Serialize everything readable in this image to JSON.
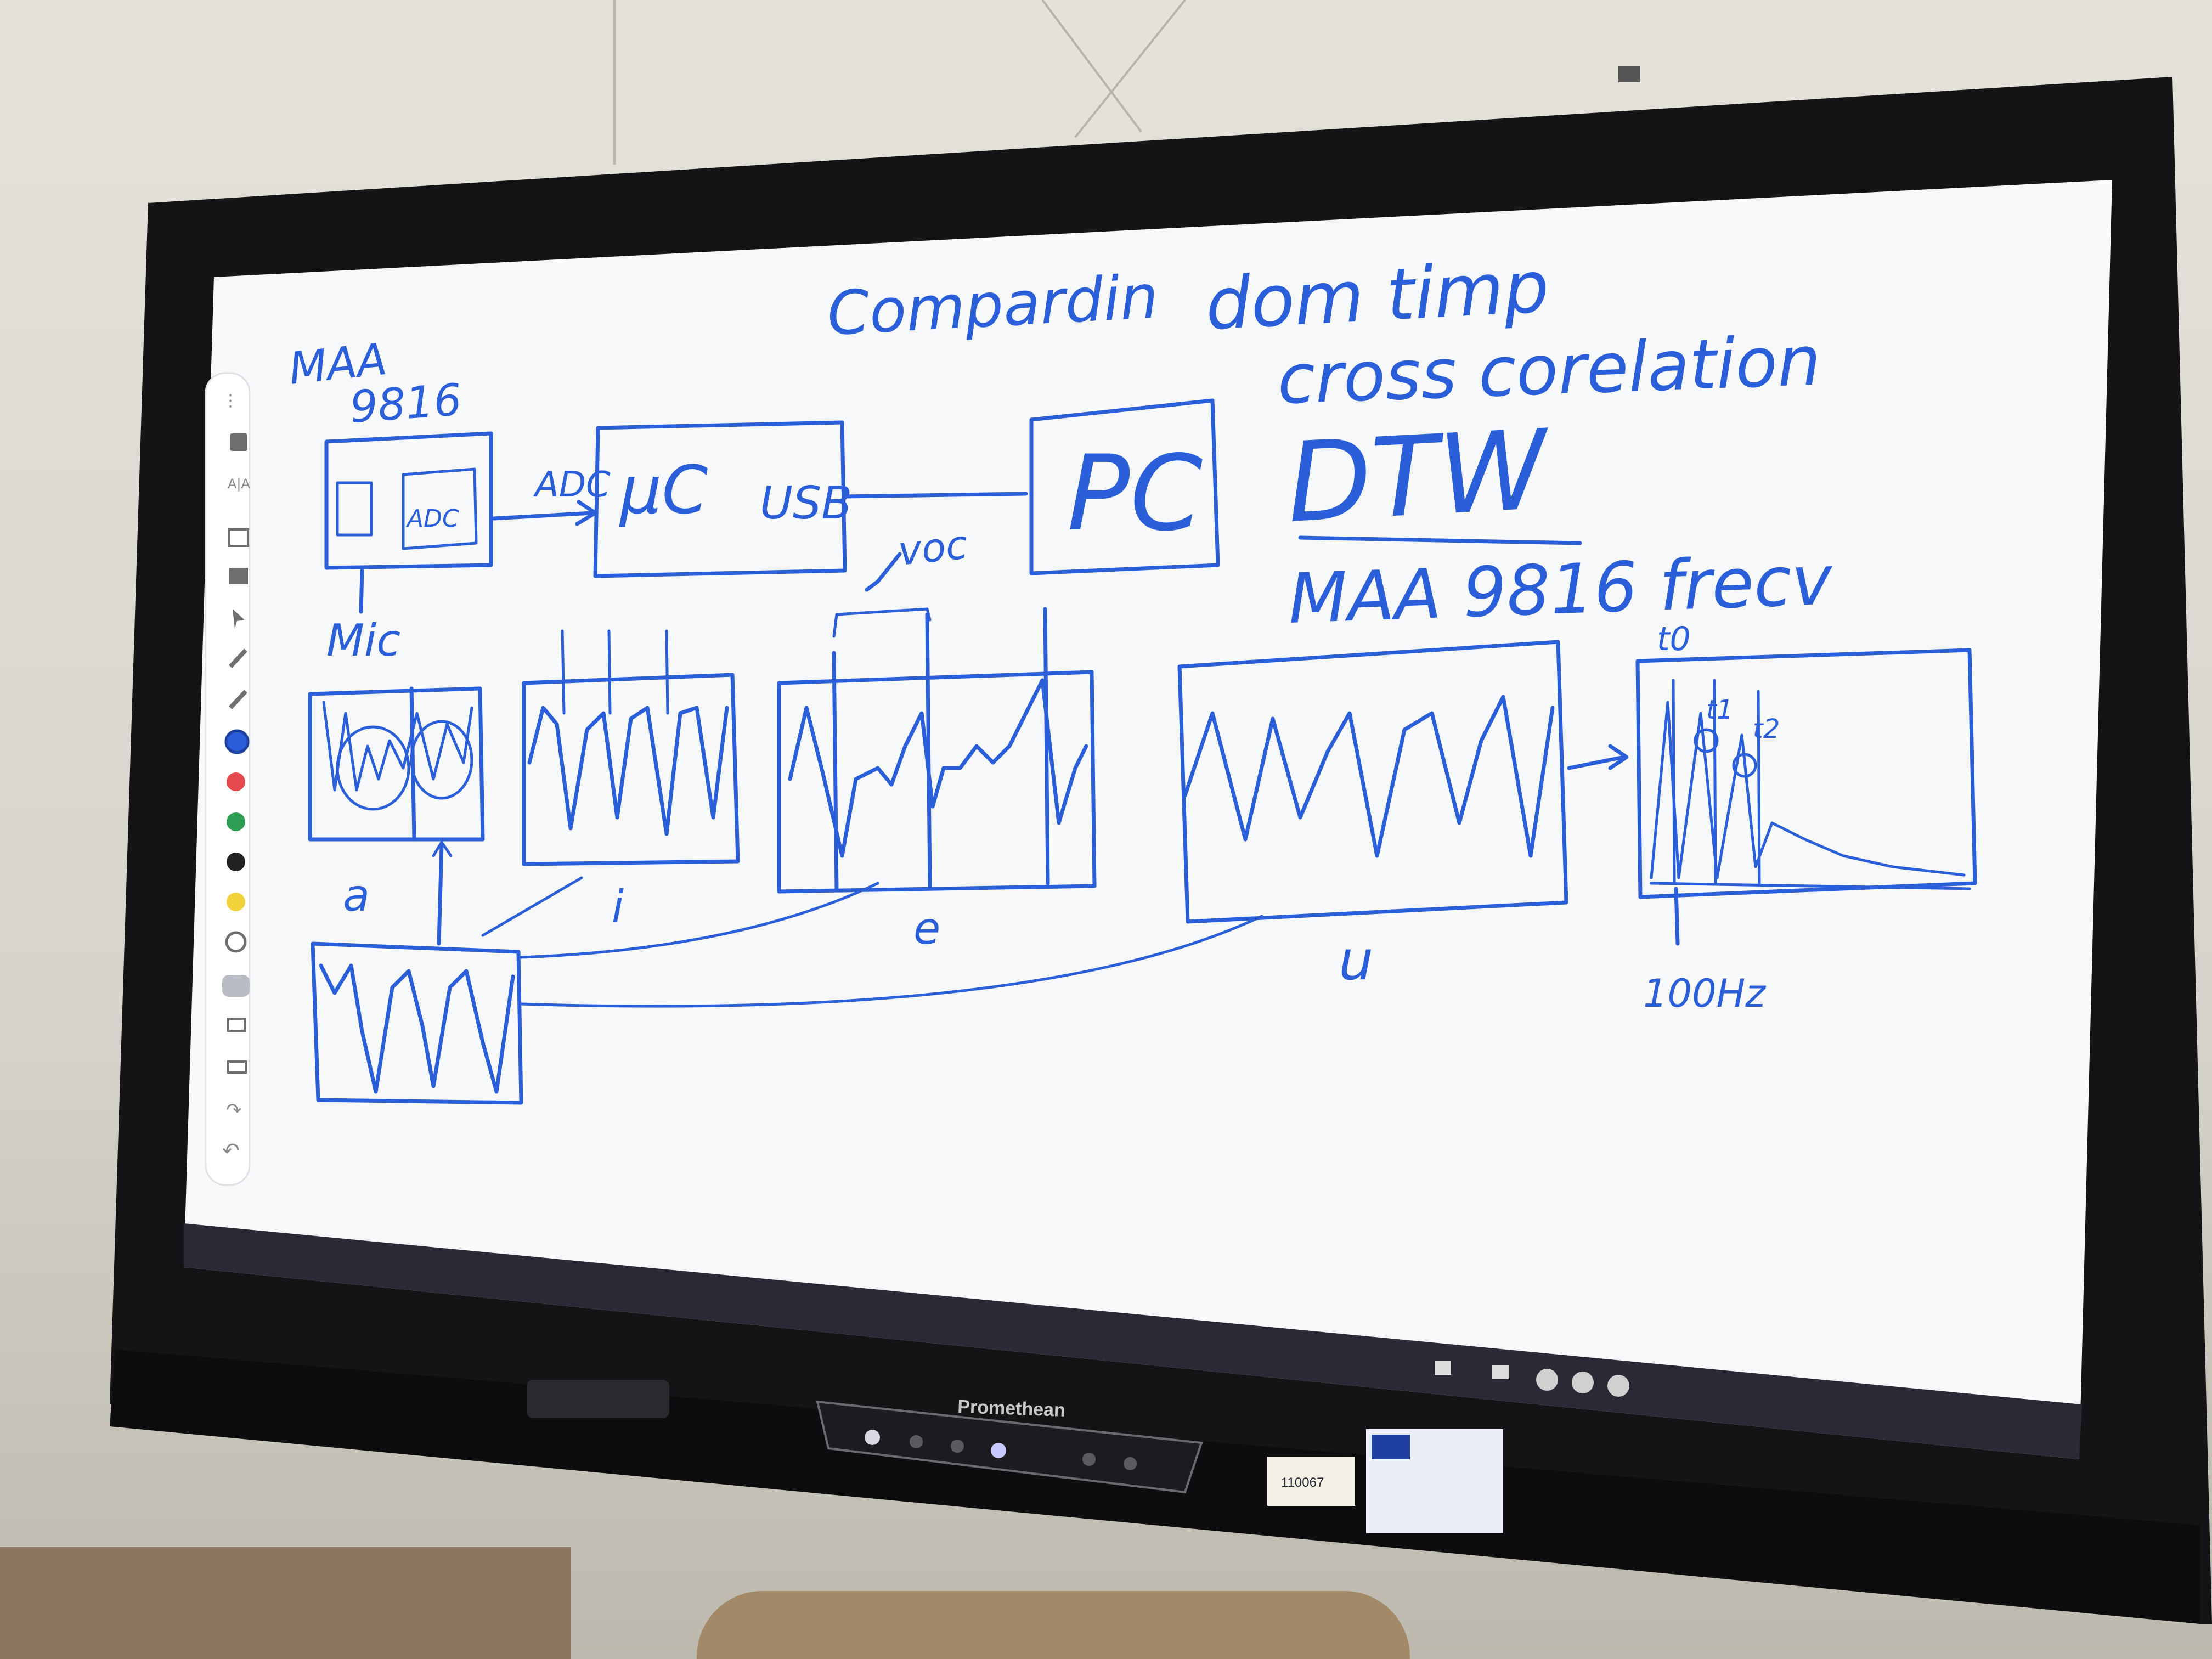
{
  "board": {
    "brand": "Promethean",
    "ink_color": "#2b5fd9",
    "frame_color": "#141416",
    "sticker_number": "110067"
  },
  "handwriting": {
    "title_left": "Compardin",
    "title_right": "dom timp",
    "cross_correlation": "cross corelation",
    "dtw": "DTW",
    "maa_freq": "MAA 9816 frecv",
    "maa_top": "MAA",
    "maa_num": "9816",
    "adc": "ADC",
    "adc_box": "ADC",
    "mcu": "μC",
    "usb": "USB",
    "pc": "PC",
    "voc": "voc",
    "mic": "Mic",
    "label_a": "a",
    "label_i": "i",
    "label_e": "e",
    "label_u": "u",
    "t0": "t0",
    "t1": "t1",
    "t2": "t2",
    "hz": "100Hz"
  },
  "toolbar": {
    "tools": [
      "more-icon",
      "save-icon",
      "text-icon",
      "grid-icon",
      "image-icon",
      "pointer-icon",
      "pen-icon",
      "highlighter-icon",
      "color-blue",
      "color-red",
      "color-green",
      "color-black",
      "color-yellow",
      "palette-icon",
      "eraser-icon",
      "clear-icon",
      "stack-icon",
      "redo-icon",
      "undo-icon"
    ],
    "colors": {
      "blue": "#2b5fd9",
      "red": "#e5484d",
      "green": "#2f9e55",
      "black": "#222222",
      "yellow": "#f2d23a"
    }
  }
}
